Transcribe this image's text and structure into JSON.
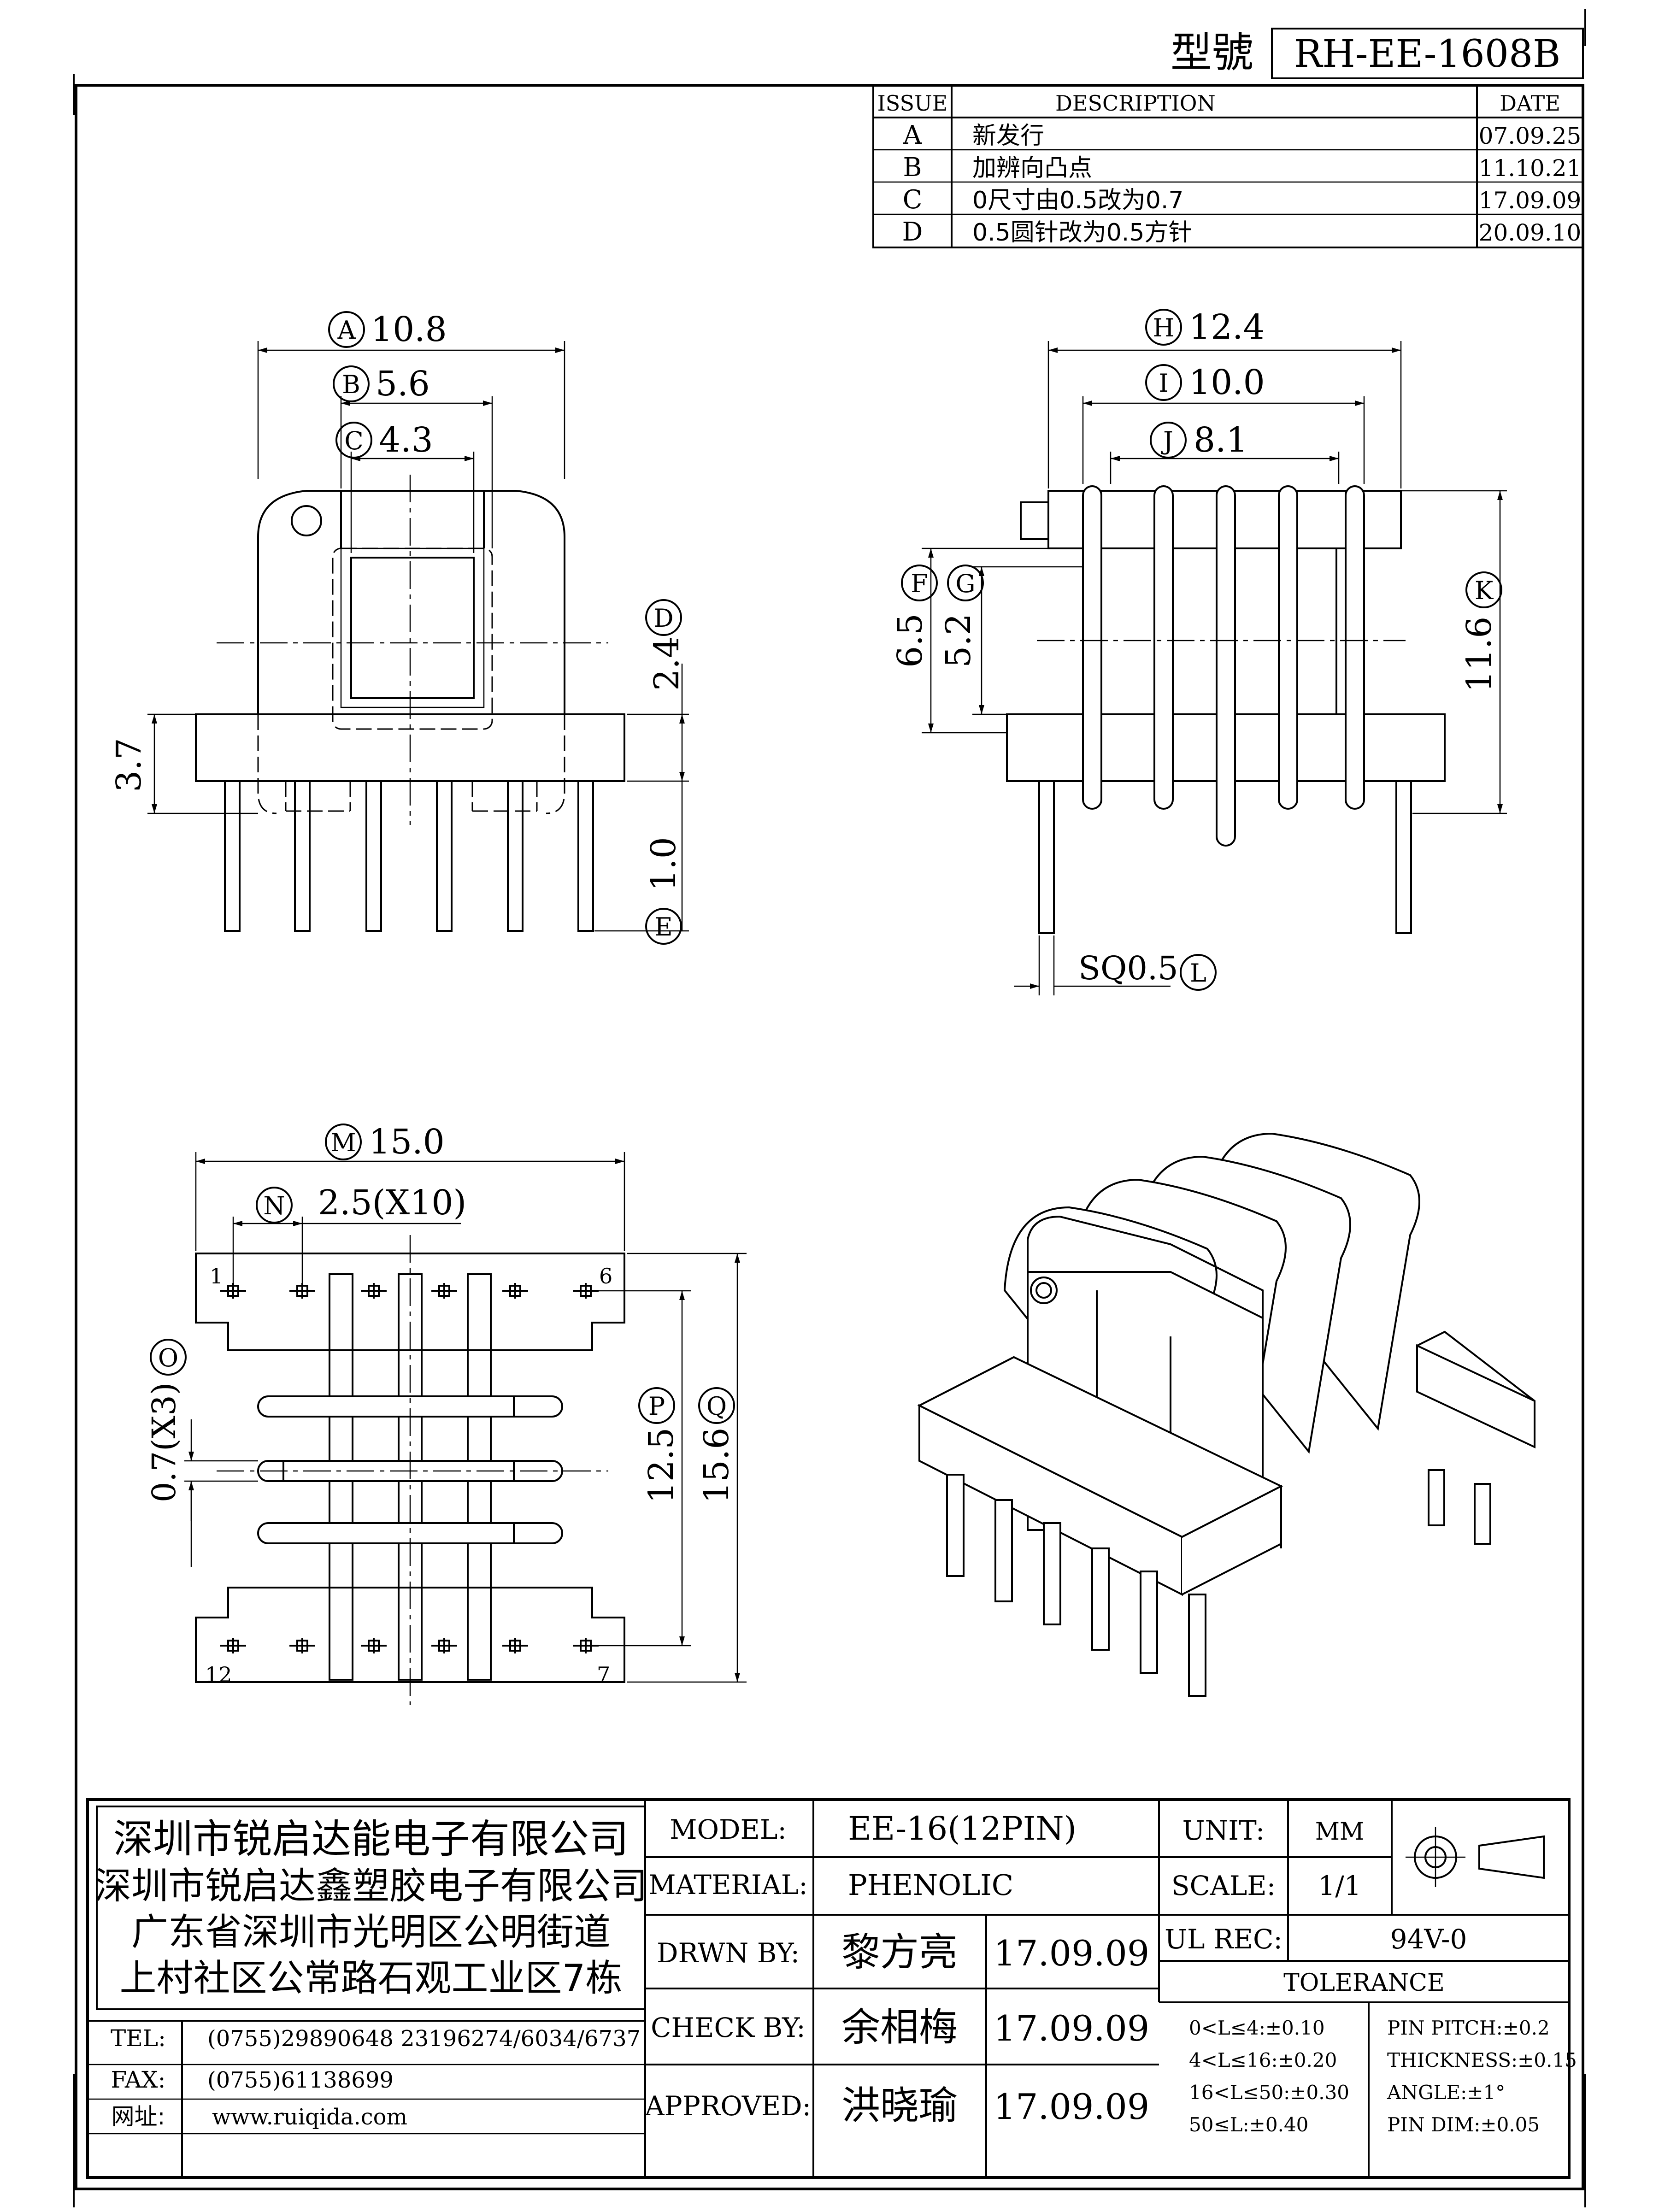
{
  "header": {
    "model_label": "型號",
    "model_no": "RH-EE-1608B"
  },
  "revisions": {
    "headers": [
      "ISSUE",
      "DESCRIPTION",
      "DATE"
    ],
    "rows": [
      {
        "issue": "A",
        "desc": "新发行",
        "date": "07.09.25"
      },
      {
        "issue": "B",
        "desc": "加辨向凸点",
        "date": "11.10.21"
      },
      {
        "issue": "C",
        "desc": "0尺寸由0.5改为0.7",
        "date": "17.09.09"
      },
      {
        "issue": "D",
        "desc": "0.5圆针改为0.5方针",
        "date": "20.09.10"
      }
    ]
  },
  "dimensions": {
    "A": {
      "tag": "A",
      "value": "10.8"
    },
    "B": {
      "tag": "B",
      "value": "5.6"
    },
    "C": {
      "tag": "C",
      "value": "4.3"
    },
    "D": {
      "tag": "D",
      "value": "2.4"
    },
    "E": {
      "tag": "E",
      "value": "1.0"
    },
    "dim37": {
      "value": "3.7"
    },
    "H": {
      "tag": "H",
      "value": "12.4"
    },
    "I": {
      "tag": "I",
      "value": "10.0"
    },
    "J": {
      "tag": "J",
      "value": "8.1"
    },
    "F": {
      "tag": "F",
      "value": "6.5"
    },
    "G": {
      "tag": "G",
      "value": "5.2"
    },
    "K": {
      "tag": "K",
      "value": "11.6"
    },
    "L": {
      "tag": "L",
      "value": "SQ0.5"
    },
    "M": {
      "tag": "M",
      "value": "15.0"
    },
    "N": {
      "tag": "N",
      "value": "2.5(X10)"
    },
    "O": {
      "tag": "O",
      "value": "0.7(X3)"
    },
    "P": {
      "tag": "P",
      "value": "12.5"
    },
    "Q": {
      "tag": "Q",
      "value": "15.6"
    }
  },
  "pins": {
    "p1": "1",
    "p6": "6",
    "p7": "7",
    "p12": "12"
  },
  "company": {
    "line1": "深圳市锐启达能电子有限公司",
    "line2": "深圳市锐启达鑫塑胶电子有限公司",
    "line3": "广东省深圳市光明区公明街道",
    "line4": "上村社区公常路石观工业区7栋"
  },
  "contact": {
    "tel_label": "TEL:",
    "tel": "(0755)29890648   23196274/6034/6737",
    "fax_label": "FAX:",
    "fax": "(0755)61138699",
    "web_label": "网址:",
    "web": "www.ruiqida.com"
  },
  "info": {
    "model_label": "MODEL:",
    "model": "EE-16(12PIN)",
    "material_label": "MATERIAL:",
    "material": "PHENOLIC",
    "drawn_label": "DRWN BY:",
    "drawn_name": "黎方亮",
    "drawn_date": "17.09.09",
    "check_label": "CHECK BY:",
    "check_name": "余相梅",
    "check_date": "17.09.09",
    "approved_label": "APPROVED:",
    "approved_name": "洪晓瑜",
    "approved_date": "17.09.09",
    "unit_label": "UNIT:",
    "unit": "MM",
    "scale_label": "SCALE:",
    "scale": "1/1",
    "ul_label": "UL REC:",
    "ul": "94V-0"
  },
  "tolerance": {
    "title": "TOLERANCE",
    "left": [
      "0<L≤4:±0.10",
      "4<L≤16:±0.20",
      "16<L≤50:±0.30",
      "50≤L:±0.40"
    ],
    "right": [
      "PIN PITCH:±0.2",
      "THICKNESS:±0.15",
      "ANGLE:±1°",
      "PIN DIM:±0.05"
    ]
  }
}
